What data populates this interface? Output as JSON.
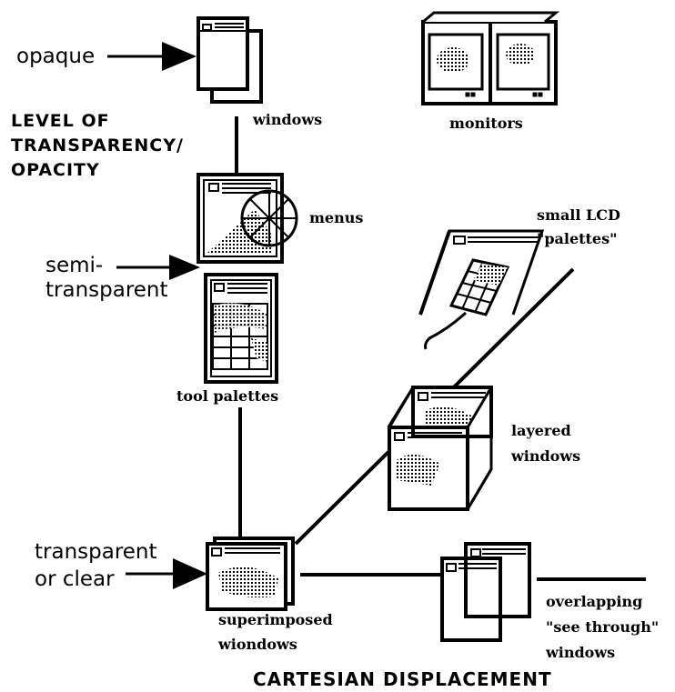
{
  "axes": {
    "vertical_title": [
      "LEVEL OF",
      "TRANSPARENCY/",
      "OPACITY"
    ],
    "horizontal_title": "CARTESIAN DISPLACEMENT"
  },
  "levels": {
    "opaque": "opaque",
    "semi": [
      "semi-",
      "transparent"
    ],
    "clear": [
      "transparent",
      "or clear"
    ]
  },
  "items": {
    "windows": "windows",
    "monitors": "monitors",
    "menus": "menus",
    "lcd": [
      "small LCD",
      "\"palettes\""
    ],
    "tool_palettes": "tool palettes",
    "layered": [
      "layered",
      "windows"
    ],
    "superimposed": [
      "superimposed",
      "wiondows"
    ],
    "overlapping": [
      "overlapping",
      "\"see through\"",
      "windows"
    ]
  },
  "colors": {
    "ink": "#000000",
    "paper": "#ffffff",
    "shade": "#555555"
  }
}
